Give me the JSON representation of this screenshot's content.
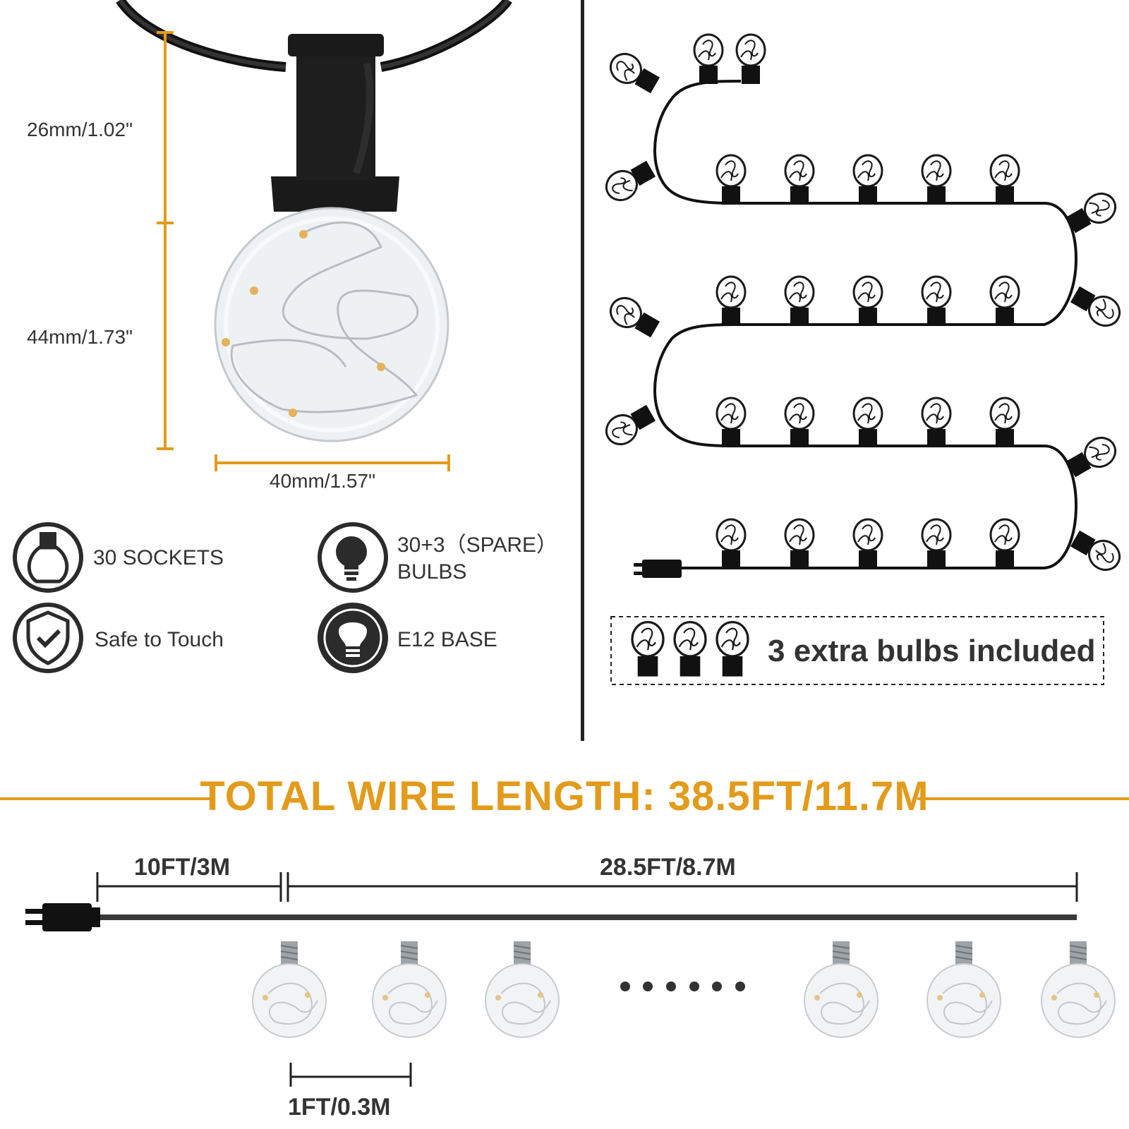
{
  "dimensions": {
    "socket_height": "26mm/1.02\"",
    "bulb_height": "44mm/1.73\"",
    "bulb_width": "40mm/1.57\""
  },
  "features": [
    {
      "icon": "socket-icon",
      "line1": "30 SOCKETS",
      "line2": ""
    },
    {
      "icon": "bulb-icon",
      "line1": "30+3（SPARE）",
      "line2": "BULBS"
    },
    {
      "icon": "shield-check-icon",
      "line1": "Safe to Touch",
      "line2": ""
    },
    {
      "icon": "e12-base-icon",
      "line1": "E12 BASE",
      "line2": ""
    }
  ],
  "extra_bulbs": {
    "label": "3 extra bulbs included"
  },
  "wire": {
    "title": "TOTAL WIRE LENGTH: 38.5FT/11.7M",
    "lead_length": "10FT/3M",
    "bulb_section_length": "28.5FT/8.7M",
    "bulb_spacing": "1FT/0.3M"
  },
  "colors": {
    "accent": "#e39b1b",
    "text": "#333333",
    "wire": "#111111"
  }
}
